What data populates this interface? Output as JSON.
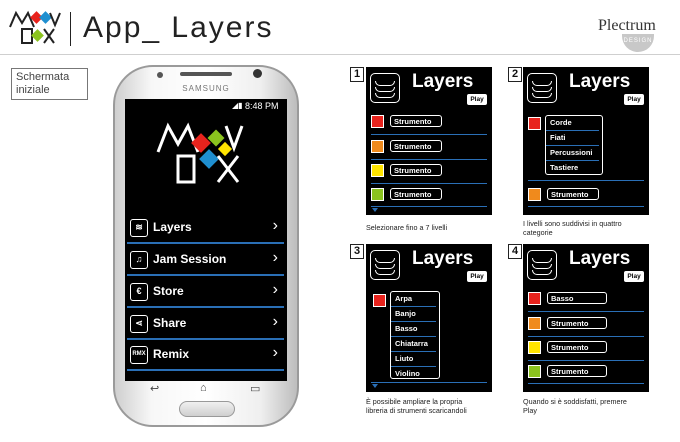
{
  "header": {
    "logo_text": "MOOV BOX",
    "title": "App_ Layers",
    "brand_name": "Plectrum",
    "brand_tag": "DESIGN"
  },
  "screen_label": "Schermata iniziale",
  "phone": {
    "maker": "SAMSUNG",
    "time": "8:48 PM",
    "app_logo_text": "MOOV BOX",
    "menu": [
      {
        "icon": "layers-icon",
        "icon_text": "",
        "label": "Layers"
      },
      {
        "icon": "jam-session-icon",
        "icon_text": "",
        "label": "Jam Session"
      },
      {
        "icon": "store-icon",
        "icon_text": "",
        "label": "Store"
      },
      {
        "icon": "share-icon",
        "icon_text": "",
        "label": "Share"
      },
      {
        "icon": "remix-icon",
        "icon_text": "RMX",
        "label": "Remix"
      }
    ]
  },
  "colors": {
    "accent_blue": "#2a6fb6",
    "red": "#e8231d",
    "orange": "#f08a1c",
    "yellow": "#ffe400",
    "green": "#8bc31e"
  },
  "steps": [
    {
      "number": "1",
      "title": "Layers",
      "play": "Play",
      "rows": [
        {
          "color": "#e8231d",
          "label": "Strumento"
        },
        {
          "color": "#f08a1c",
          "label": "Strumento"
        },
        {
          "color": "#ffe400",
          "label": "Strumento"
        },
        {
          "color": "#8bc31e",
          "label": "Strumento"
        }
      ],
      "caption": "Selezionare fino a 7 livelli"
    },
    {
      "number": "2",
      "title": "Layers",
      "play": "Play",
      "dropdown": [
        "Corde",
        "Fiati",
        "Percussioni",
        "Tastiere"
      ],
      "rows": [
        {
          "color": "#f08a1c",
          "label": "Strumento"
        }
      ],
      "caption": "I livelli sono suddivisi in quattro categorie"
    },
    {
      "number": "3",
      "title": "Layers",
      "play": "Play",
      "dropdown": [
        "Arpa",
        "Banjo",
        "Basso",
        "Chiatarra",
        "Liuto",
        "Violino"
      ],
      "caption": "È possibile ampliare la propria libreria di strumenti scaricandoli"
    },
    {
      "number": "4",
      "title": "Layers",
      "play": "Play",
      "rows": [
        {
          "color": "#e8231d",
          "label": "Basso"
        },
        {
          "color": "#f08a1c",
          "label": "Strumento"
        },
        {
          "color": "#ffe400",
          "label": "Strumento"
        },
        {
          "color": "#8bc31e",
          "label": "Strumento"
        }
      ],
      "caption": "Quando si è soddisfatti, premere Play"
    }
  ]
}
